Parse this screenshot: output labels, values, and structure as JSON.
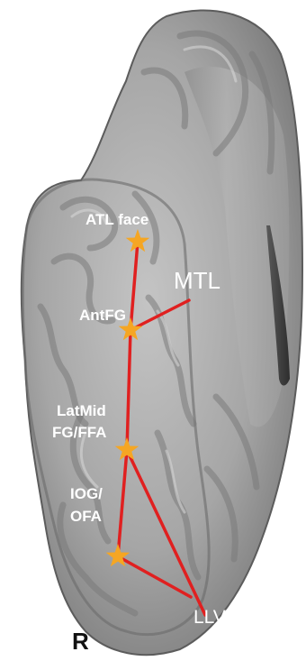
{
  "labels": {
    "atl_face": "ATL face",
    "mtl": "MTL",
    "antfg": "AntFG",
    "latmid_line1": "LatMid",
    "latmid_line2": "FG/FFA",
    "iog_line1": "IOG/",
    "iog_line2": "OFA",
    "llvc": "LLVC",
    "hemisphere": "R"
  },
  "colors": {
    "brain": "#9a9a9a",
    "connection": "#e02020",
    "star": "#f5a623",
    "label_text": "#ffffff"
  },
  "icons": {
    "node_marker": "star-icon"
  }
}
